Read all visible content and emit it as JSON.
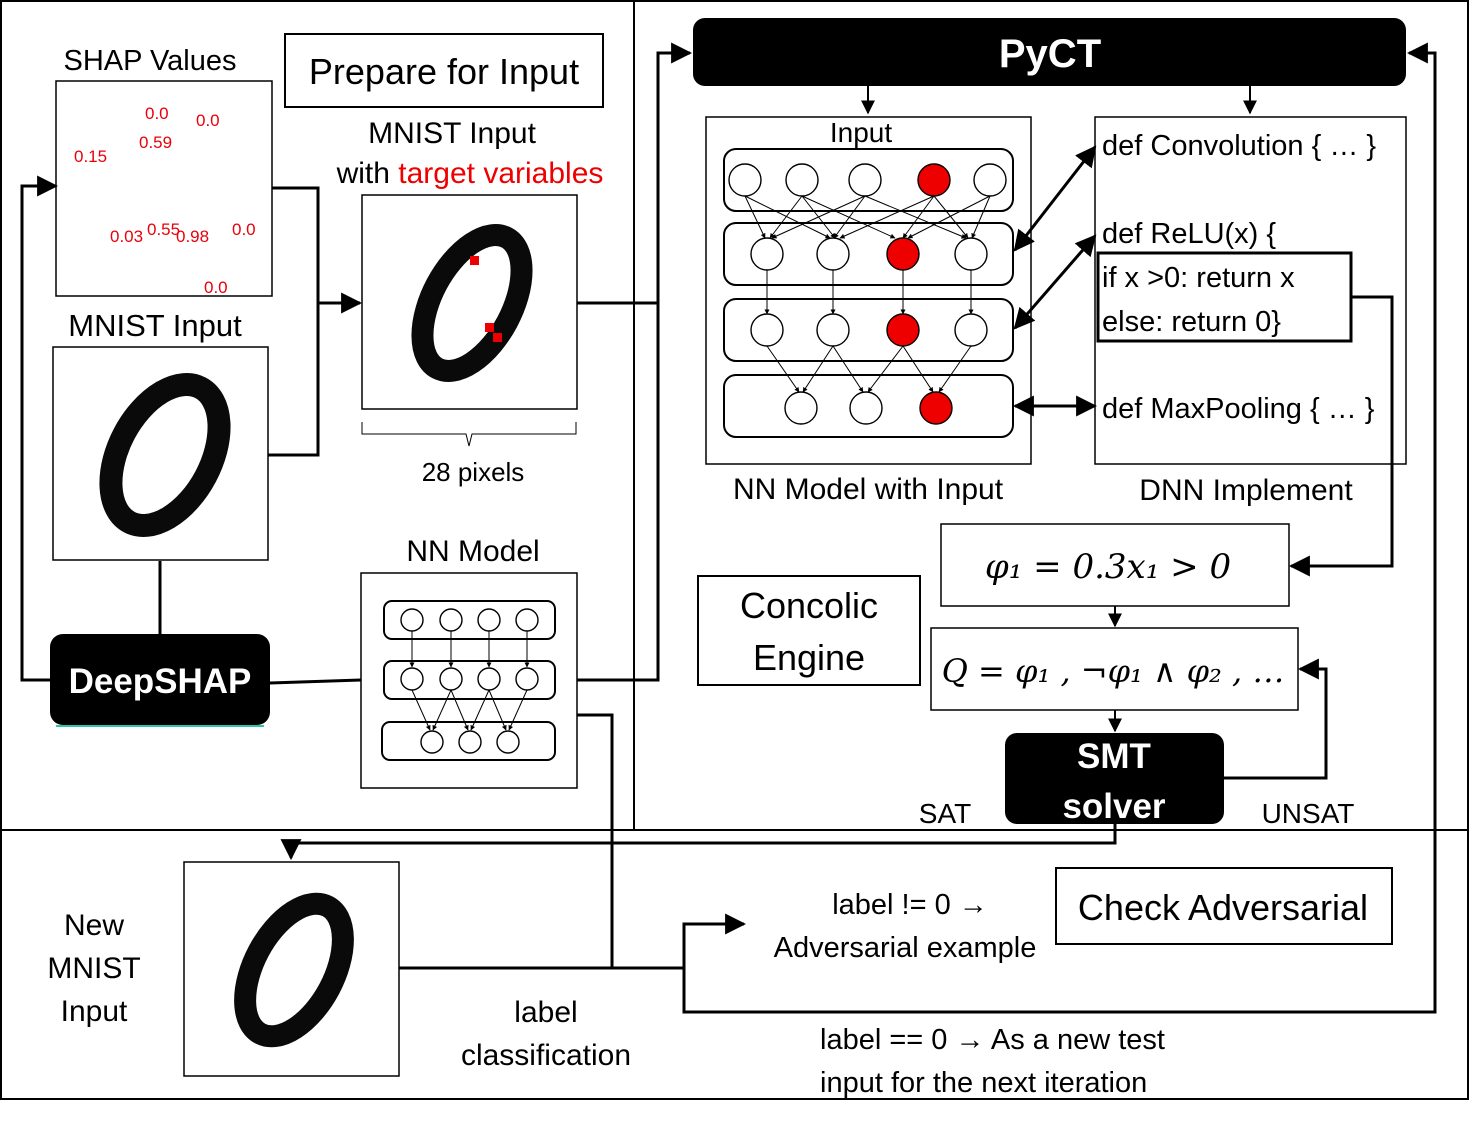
{
  "panels": {
    "prepare_title": "Prepare for Input",
    "concolic_title_line1": "Concolic",
    "concolic_title_line2": "Engine",
    "check_title": "Check Adversarial"
  },
  "shap": {
    "title": "SHAP Values",
    "values": [
      "0.0",
      "0.0",
      "0.59",
      "0.15",
      "0.03",
      "0.55",
      "0.98",
      "0.0",
      "0.0"
    ]
  },
  "mnist_input": {
    "title": "MNIST Input"
  },
  "mnist_target": {
    "title_line1": "MNIST Input",
    "title_line2_prefix": "with ",
    "title_line2_highlight": "target variables",
    "pixels_label": "28  pixels"
  },
  "nn_model": {
    "title": "NN Model"
  },
  "deepshap": {
    "label": "DeepSHAP"
  },
  "pyct": {
    "label": "PyCT"
  },
  "nn_with_input": {
    "input_label": "Input",
    "caption": "NN Model with Input"
  },
  "dnn_impl": {
    "convolution": "def Convolution { … }",
    "relu_header": "def ReLU(x) {",
    "relu_line1": "if x >0: return x",
    "relu_line2": "else: return 0}",
    "maxpool": "def MaxPooling { … }",
    "caption": "DNN Implement"
  },
  "constraints": {
    "phi_text": "φ₁ = 0.3x₁ > 0",
    "q_text": "Q =  φ₁ , ¬φ₁ ∧ φ₂ , …"
  },
  "smt": {
    "line1": "SMT",
    "line2": "solver",
    "sat": "SAT",
    "unsat": "UNSAT"
  },
  "new_input": {
    "line1": "New",
    "line2": "MNIST",
    "line3": "Input"
  },
  "classification": {
    "line1": "label",
    "line2": "classification"
  },
  "adversarial": {
    "line1": "label != 0 →",
    "line2": "Adversarial example"
  },
  "next_iteration": {
    "line1": "label == 0 → As a new test",
    "line2": "input for the next iteration"
  },
  "colors": {
    "highlight_red": "#ee0000",
    "shap_red": "#e8000b",
    "box_black": "#000000",
    "deepshap_underline": "#2ec4a6"
  }
}
